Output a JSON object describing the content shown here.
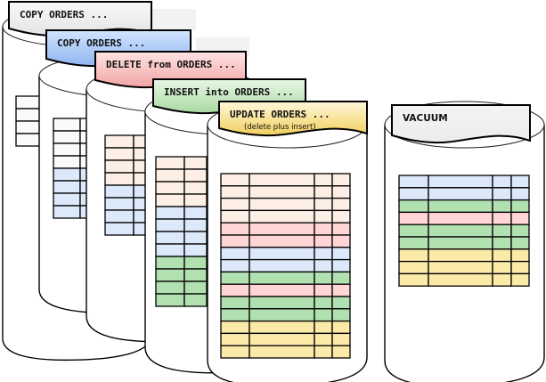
{
  "diagram": {
    "title": "Table storage after sequential operations",
    "colors": {
      "original": "#fafafa",
      "copy": "#dce9fb",
      "delete_remaining": "#fdeee6",
      "deleted": "#ffd5d5",
      "insert": "#b1e0b1",
      "update": "#fbeaa8",
      "tab_copy1": [
        "#f8f8f8",
        "#e4e4e4"
      ],
      "tab_copy2": [
        "#d2e4ff",
        "#8fb6f0"
      ],
      "tab_delete": [
        "#ffe3e3",
        "#f2a4a4"
      ],
      "tab_insert": [
        "#e8f7e6",
        "#a9d9a2"
      ],
      "tab_update": [
        "#fff8dc",
        "#f1cf5c"
      ],
      "tab_vacuum": [
        "#f4f4f4",
        "#ececec"
      ]
    },
    "stages": [
      {
        "id": "copy1",
        "label": "COPY ORDERS ...",
        "sublabel": "",
        "rows": [
          "original",
          "original",
          "original",
          "original"
        ]
      },
      {
        "id": "copy2",
        "label": "COPY ORDERS ...",
        "sublabel": "",
        "rows": [
          "original",
          "original",
          "original",
          "original",
          "copy",
          "copy",
          "copy",
          "copy"
        ]
      },
      {
        "id": "delete",
        "label": "DELETE from ORDERS ...",
        "sublabel": "",
        "rows": [
          "delete_remaining",
          "delete_remaining",
          "delete_remaining",
          "delete_remaining",
          "copy",
          "copy",
          "copy",
          "copy"
        ]
      },
      {
        "id": "insert",
        "label": "INSERT into ORDERS ...",
        "sublabel": "",
        "rows": [
          "delete_remaining",
          "delete_remaining",
          "delete_remaining",
          "delete_remaining",
          "copy",
          "copy",
          "copy",
          "copy",
          "insert",
          "insert",
          "insert",
          "insert"
        ]
      },
      {
        "id": "update",
        "label": "UPDATE ORDERS ...",
        "sublabel": "(delete plus insert)",
        "rows": [
          "delete_remaining",
          "delete_remaining",
          "delete_remaining",
          "delete_remaining",
          "deleted",
          "deleted",
          "copy",
          "copy",
          "insert",
          "deleted",
          "insert",
          "insert",
          "update",
          "update",
          "update"
        ]
      },
      {
        "id": "vacuum",
        "label": "VACUUM",
        "sublabel": "",
        "rows": [
          "copy",
          "copy",
          "insert",
          "deleted",
          "insert",
          "insert",
          "update",
          "update",
          "update"
        ]
      }
    ]
  }
}
